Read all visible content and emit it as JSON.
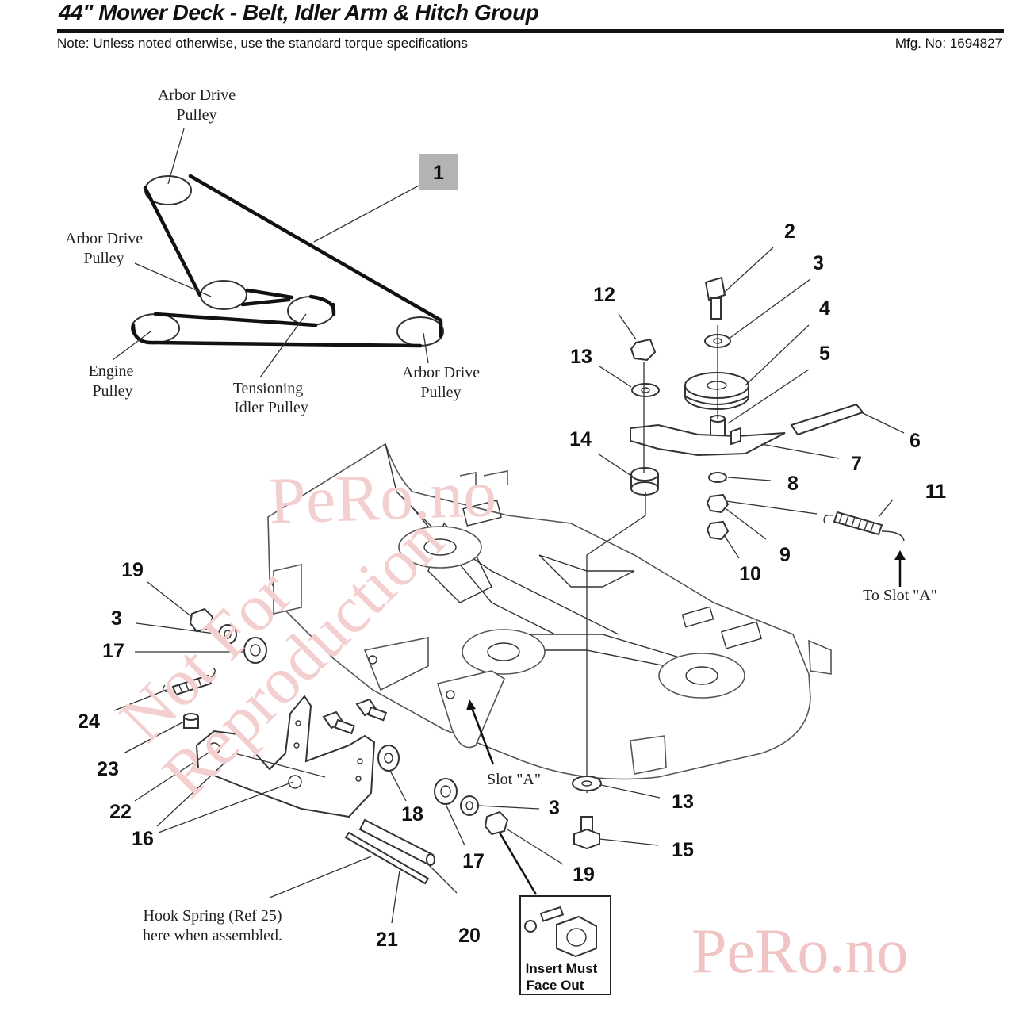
{
  "header": {
    "title": "44\" Mower Deck - Belt, Idler Arm & Hitch Group",
    "note": "Note: Unless noted otherwise, use the standard torque specifications",
    "mfg": "Mfg. No: 1694827"
  },
  "belt_diagram": {
    "callout": "1",
    "labels": {
      "arbor_top_1": "Arbor Drive",
      "arbor_top_2": "Pulley",
      "arbor_left_1": "Arbor Drive",
      "arbor_left_2": "Pulley",
      "engine_1": "Engine",
      "engine_2": "Pulley",
      "tension_1": "Tensioning",
      "tension_2": "Idler Pulley",
      "arbor_right_1": "Arbor Drive",
      "arbor_right_2": "Pulley"
    }
  },
  "annotations": {
    "to_slot": "To Slot \"A\"",
    "slot": "Slot \"A\"",
    "hook_1": "Hook Spring (Ref 25)",
    "hook_2": "here when assembled.",
    "insert_1": "Insert Must",
    "insert_2": "Face Out"
  },
  "callouts": {
    "c2": "2",
    "c3a": "3",
    "c4": "4",
    "c5": "5",
    "c6": "6",
    "c7": "7",
    "c8": "8",
    "c9": "9",
    "c10": "10",
    "c11": "11",
    "c12": "12",
    "c13a": "13",
    "c14": "14",
    "c19a": "19",
    "c3b": "3",
    "c17a": "17",
    "c24": "24",
    "c23": "23",
    "c22": "22",
    "c16": "16",
    "c18": "18",
    "c21": "21",
    "c20": "20",
    "c17b": "17",
    "c3c": "3",
    "c19b": "19",
    "c13b": "13",
    "c15": "15"
  },
  "watermarks": {
    "w1": "PeRo.no",
    "w2": "Not For",
    "w3": "Reproduction",
    "w4": "PeRo.no"
  }
}
